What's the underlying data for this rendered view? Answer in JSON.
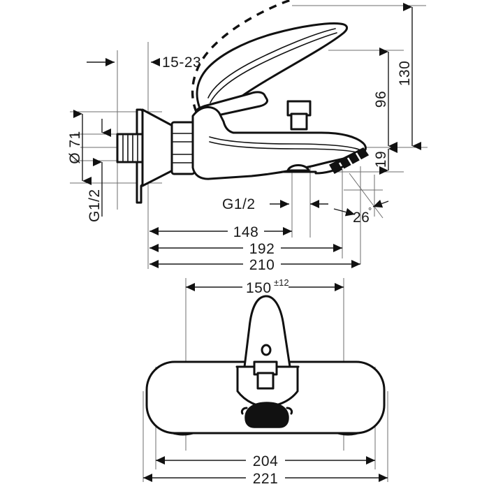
{
  "drawing": {
    "title": "Wall-mounted single-lever bath mixer dimensional drawing",
    "units": "mm",
    "line_color": "#111111",
    "thin_line_color": "#6d6d6d",
    "background": "#ffffff"
  },
  "side_view": {
    "name": "side-elevation",
    "dimensions": {
      "wall_projection": "15-23",
      "escutcheon_diameter": "Ø 71",
      "inlet_thread_left": "G1/2",
      "outlet_thread": "G1/2",
      "spout_reach_148": "148",
      "spout_reach_192": "192",
      "overall_projection_210": "210",
      "height_overall_130": "130",
      "height_lever_96": "96",
      "height_below_19": "19",
      "spout_angle": "26",
      "spout_angle_unit": "°"
    }
  },
  "front_view": {
    "name": "front-elevation",
    "dimensions": {
      "inlet_centres_150": "150",
      "inlet_centres_tolerance": "±12",
      "body_width_204": "204",
      "overall_width_221": "221"
    }
  },
  "labels": {
    "wall_gap": "15-23",
    "diameter_71": "Ø 71",
    "g_half_left": "G1/2",
    "g_half_outlet": "G1/2",
    "d148": "148",
    "d192": "192",
    "d210": "210",
    "d130": "130",
    "d96": "96",
    "d19": "19",
    "angle26": "26",
    "degree": "°",
    "d150": "150",
    "tol12": "±12",
    "d204": "204",
    "d221": "221"
  }
}
